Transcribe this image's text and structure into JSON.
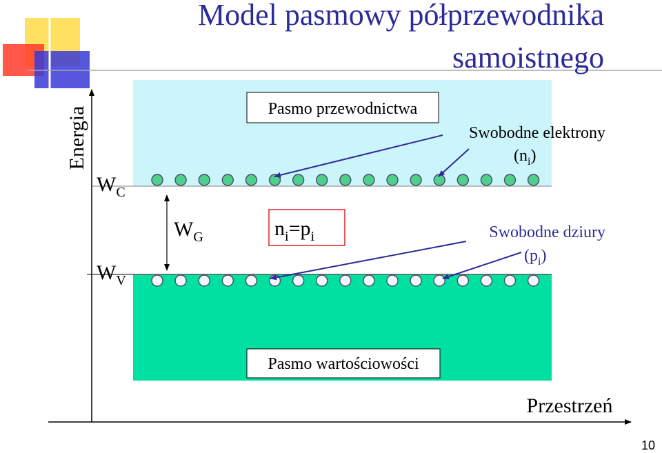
{
  "slide": {
    "title_line1": "Model pasmowy półprzewodnika",
    "title_line2": "samoistnego",
    "page_number": "10"
  },
  "axes": {
    "y_label": "Energia",
    "x_label": "Przestrzeń"
  },
  "levels": {
    "wc_main": "W",
    "wc_sub": "C",
    "wv_main": "W",
    "wv_sub": "V",
    "wg_main": "W",
    "wg_sub": "G"
  },
  "bands": {
    "conduction_label": "Pasmo przewodnictwa",
    "valence_label": "Pasmo wartościowości",
    "conduction_color": "#ccf4fb",
    "valence_color": "#00e0a0"
  },
  "electrons": {
    "label": "Swobodne elektrony",
    "count_open": "(n",
    "count_sub": "i",
    "count_close": ")",
    "count": 17,
    "color": "#4fd08a"
  },
  "holes": {
    "label": "Swobodne dziury",
    "count_open": "(p",
    "count_sub": "i",
    "count_close": ")",
    "count": 17,
    "color": "#f4f6ff"
  },
  "equation": {
    "n": "n",
    "n_sub": "i",
    "eq": "=p",
    "p_sub": "i"
  },
  "decoration": {
    "yellow": "#ffe060",
    "red": "#ff3a2a",
    "blue": "#3a3ad8"
  }
}
